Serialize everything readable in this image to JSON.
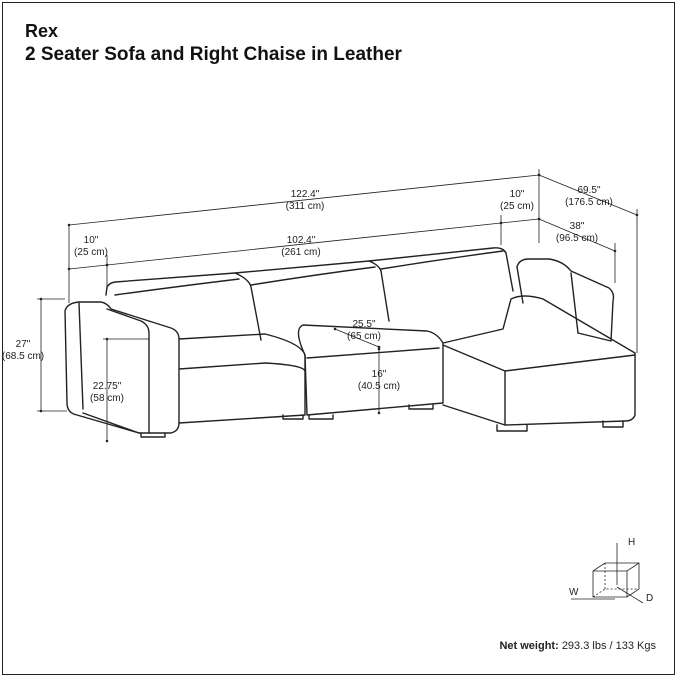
{
  "header": {
    "brand": "Rex",
    "product": "2 Seater Sofa and Right Chaise in Leather"
  },
  "dimensions": {
    "total_width": {
      "in": "122.4\"",
      "cm": "(311 cm)"
    },
    "inner_width": {
      "in": "102.4\"",
      "cm": "(261 cm)"
    },
    "arm_left": {
      "in": "10\"",
      "cm": "(25 cm)"
    },
    "arm_right": {
      "in": "10\"",
      "cm": "(25 cm)"
    },
    "total_depth": {
      "in": "69.5\"",
      "cm": "(176.5 cm)"
    },
    "chaise_depth": {
      "in": "38\"",
      "cm": "(96.5 cm)"
    },
    "total_height": {
      "in": "27\"",
      "cm": "(68.5 cm)"
    },
    "arm_height": {
      "in": "22.75\"",
      "cm": "(58 cm)"
    },
    "seat_depth": {
      "in": "25.5\"",
      "cm": "(65 cm)"
    },
    "seat_height": {
      "in": "16\"",
      "cm": "(40.5 cm)"
    }
  },
  "axes": {
    "h": "H",
    "w": "W",
    "d": "D"
  },
  "footer": {
    "weight_label": "Net weight:",
    "weight_value": "293.3 lbs / 133 Kgs"
  },
  "colors": {
    "line": "#222222",
    "background": "#ffffff"
  }
}
